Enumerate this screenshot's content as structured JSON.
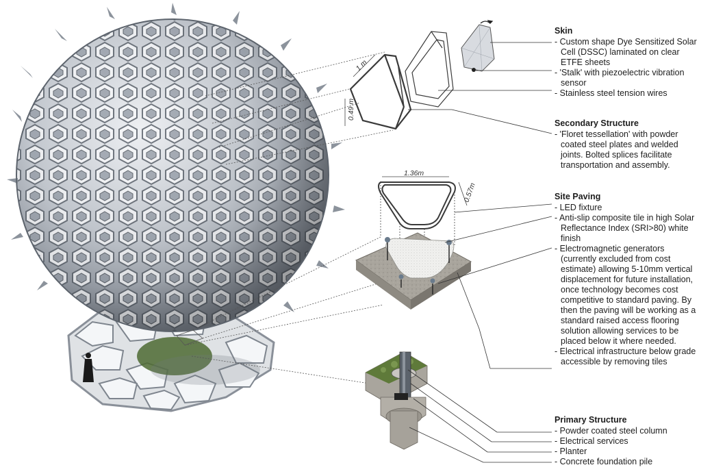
{
  "skin": {
    "title": "Skin",
    "items": [
      "Custom shape Dye Sensitized Solar Cell (DSSC) laminated on clear ETFE sheets",
      "'Stalk' with piezoelectric vibration sensor",
      "Stainless steel tension wires"
    ]
  },
  "secondary": {
    "title": "Secondary Structure",
    "items": [
      "'Floret tessellation' with powder coated steel plates and welded joints. Bolted splices facilitate transportation and assembly."
    ]
  },
  "paving": {
    "title": "Site Paving",
    "items": [
      "LED fixture",
      "Anti-slip composite tile in high Solar Reflectance Index (SRI>80) white finish",
      "Electromagnetic generators (currently excluded from cost estimate) allowing 5-10mm vertical displacement for future installation, once technology becomes cost competitive to standard paving. By then the paving will be working as a standard raised access flooring solution allowing services to be placed below it where needed.",
      "Electrical infrastructure below grade accessible by removing tiles"
    ]
  },
  "primary": {
    "title": "Primary Structure",
    "items": [
      "Powder coated steel column",
      "Electrical services",
      "Planter",
      "Concrete foundation pile"
    ]
  },
  "dimensions": {
    "skin_length": "1 m",
    "skin_width": "0.49 m",
    "tile_length": "1.36m",
    "tile_width": "0.57m"
  },
  "colors": {
    "sphere_fill": "#b9bec6",
    "sphere_dark": "#6f7680",
    "concrete": "#a8a49c",
    "planter_green": "#5f7a3a",
    "leader_line": "#333333"
  }
}
